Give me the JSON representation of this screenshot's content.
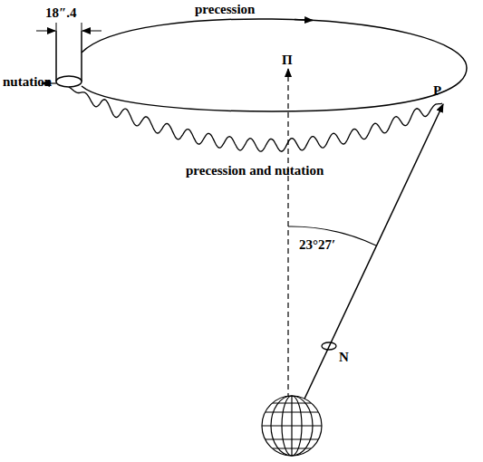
{
  "diagram": {
    "labels": [
      "18″.4",
      "precession",
      "nutation",
      "Π",
      "P",
      "precession and nutation",
      "23°27′",
      "N"
    ]
  }
}
